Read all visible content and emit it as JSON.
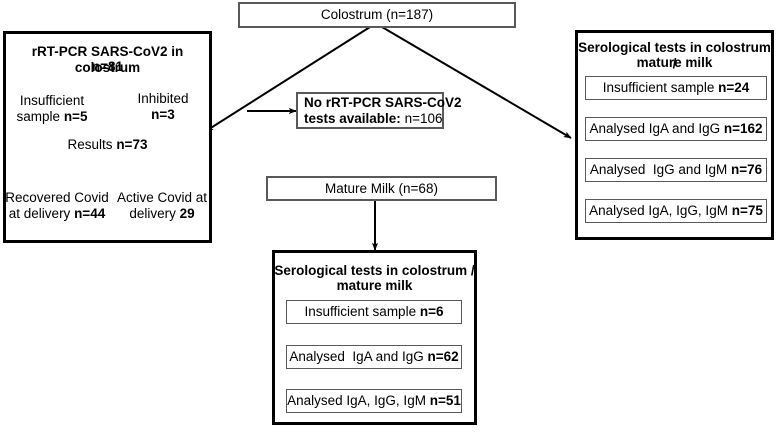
{
  "diagram": {
    "title_top": "Colostrum (n=187)",
    "mature_milk": "Mature Milk (n=68)",
    "no_test_line1": "No rRT-PCR SARS-CoV2",
    "no_test_line2": "tests available: n=106",
    "left_panel": {
      "header_line1": "rRT-PCR SARS-CoV2 in colostrum",
      "header_line2": "n=81",
      "insufficient_line1": "Insufficient",
      "insufficient_line2": "sample n=5",
      "inhibited_line1": "Inhibited",
      "inhibited_line2": "n=3",
      "results": "Results n=73",
      "recovered_line1": "Recovered Covid",
      "recovered_line2": "at delivery n=44",
      "active_line1": "Active Covid at",
      "active_line2": "delivery 29"
    },
    "right_panel": {
      "header_line1": "Serological tests in colostrum /",
      "header_line2": "mature milk",
      "rows": [
        "Insufficient sample n=24",
        "Analysed IgA and IgG n=162",
        "Analysed  IgG and IgM n=76",
        "Analysed IgA, IgG, IgM n=75"
      ]
    },
    "bottom_panel": {
      "header_line1": "Serological tests in colostrum /",
      "header_line2": "mature milk",
      "rows": [
        "Insufficient sample n=6",
        "Analysed  IgA and IgG n=62",
        "Analysed IgA, IgG, IgM n=51"
      ]
    },
    "colors": {
      "stroke_thin": "#58595b",
      "stroke_thick": "#000000",
      "background": "#ffffff"
    }
  }
}
